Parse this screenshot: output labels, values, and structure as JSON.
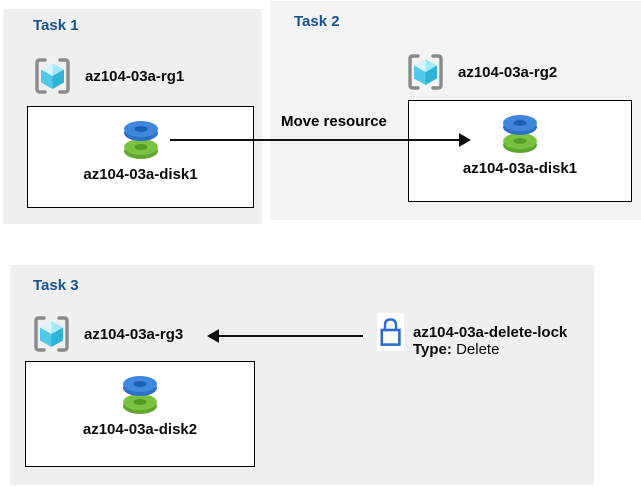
{
  "diagram": {
    "panels": [
      {
        "title": "Task 1",
        "rg_label": "az104-03a-rg1",
        "disk_label": "az104-03a-disk1"
      },
      {
        "title": "Task 2",
        "rg_label": "az104-03a-rg2",
        "disk_label": "az104-03a-disk1"
      },
      {
        "title": "Task 3",
        "rg_label": "az104-03a-rg3",
        "disk_label": "az104-03a-disk2"
      }
    ],
    "move_arrow_label": "Move resource",
    "lock": {
      "name": "az104-03a-delete-lock",
      "type_label": "Type:",
      "type_value": " Delete"
    },
    "icons": {
      "resource_group": "resource-group-icon",
      "disk": "disk-icon",
      "lock": "lock-icon",
      "move_arrow": "arrow-right-icon",
      "lock_arrow": "arrow-left-icon"
    },
    "colors": {
      "panel_bg": "#efefef",
      "panel2_bg": "#f3f3f3",
      "title_blue": "#17538f",
      "arrow_black": "#121212",
      "disk_blue_top": "#3f87dd",
      "disk_blue_side": "#2c70c8",
      "disk_green_top": "#7cc242",
      "disk_green_side": "#61a72e",
      "cube_light": "#d8f4fb",
      "cube_mid": "#a3e8f7",
      "cube_left": "#53c9e9",
      "cube_right": "#2fb4d8",
      "bracket_gray": "#8a8a8a",
      "lock_blue": "#2b6bd0"
    }
  }
}
